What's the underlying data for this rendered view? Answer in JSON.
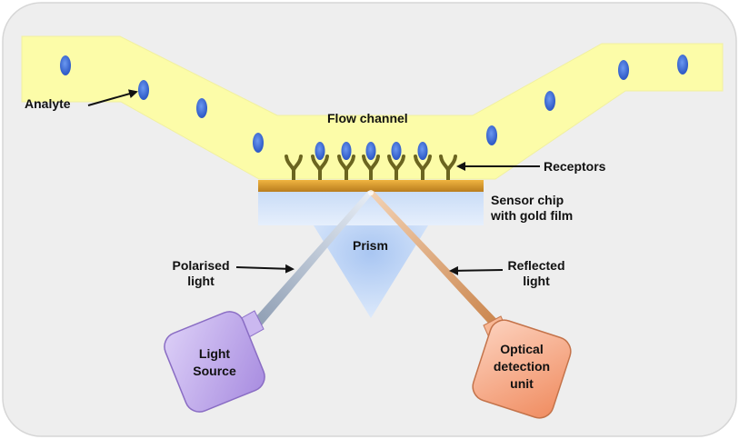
{
  "diagram": {
    "labels": {
      "analyte": "Analyte",
      "flow_channel": "Flow channel",
      "receptors": "Receptors",
      "sensor_chip_line1": "Sensor chip",
      "sensor_chip_line2": "with gold film",
      "prism": "Prism",
      "polarised_line1": "Polarised",
      "polarised_line2": "light",
      "reflected_line1": "Reflected",
      "reflected_line2": "light",
      "light_source_line1": "Light",
      "light_source_line2": "Source",
      "detector_line1": "Optical",
      "detector_line2": "detection",
      "detector_line3": "unit"
    },
    "colors": {
      "background_panel": "#eeeeee",
      "channel_fill": "#fcfca8",
      "analyte": "#3d6fd9",
      "receptor": "#6b6520",
      "gold_film": "#d9962a",
      "prism": "#b9d4f5",
      "light_source_box": "#b49be6",
      "detector_box": "#f5a07a",
      "incident_beam": "#a9b7c9",
      "reflected_beam": "#e0a070"
    }
  }
}
